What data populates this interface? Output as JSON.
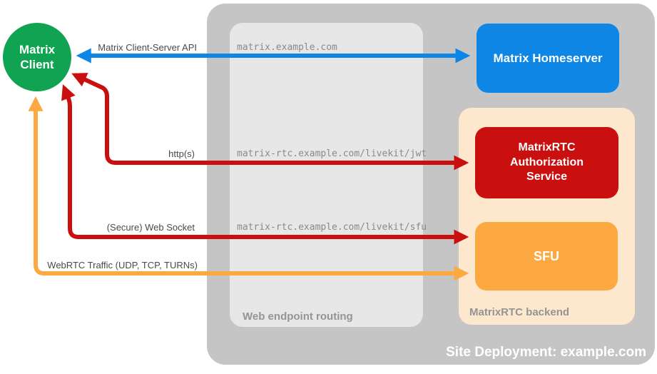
{
  "diagram": {
    "site_label": "Site Deployment: example.com",
    "client": {
      "label": "Matrix Client"
    },
    "homeserver": {
      "label": "Matrix Homeserver"
    },
    "auth_service": {
      "label": "MatrixRTC Authorization Service"
    },
    "sfu": {
      "label": "SFU"
    },
    "web_routing": {
      "label": "Web endpoint routing"
    },
    "rtc_backend": {
      "label": "MatrixRTC backend"
    },
    "connections": [
      {
        "protocol": "Matrix Client-Server API",
        "endpoint": "matrix.example.com",
        "color": "#0e86e6",
        "from": "Matrix Client",
        "to": "Matrix Homeserver",
        "bidirectional": true
      },
      {
        "protocol": "http(s)",
        "endpoint": "matrix-rtc.example.com/livekit/jwt",
        "color": "#c9100f",
        "from": "Matrix Client",
        "to": "MatrixRTC Authorization Service",
        "bidirectional": true
      },
      {
        "protocol": "(Secure) Web Socket",
        "endpoint": "matrix-rtc.example.com/livekit/sfu",
        "color": "#c9100f",
        "from": "Matrix Client",
        "to": "SFU",
        "bidirectional": true
      },
      {
        "protocol": "WebRTC Traffic (UDP, TCP, TURNs)",
        "endpoint": "",
        "color": "#fba940",
        "from": "Matrix Client",
        "to": "SFU",
        "bidirectional": true
      }
    ],
    "colors": {
      "client_green": "#10a351",
      "homeserver_blue": "#0e86e6",
      "auth_red": "#c9100f",
      "sfu_orange": "#fba940",
      "backend_peach": "#fde7cd",
      "container_gray": "#c5c5c5",
      "routing_gray": "#e7e7e7"
    }
  }
}
